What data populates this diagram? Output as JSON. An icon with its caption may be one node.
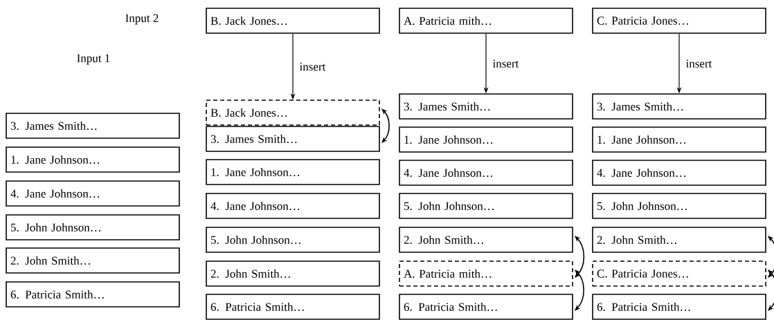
{
  "diagram": {
    "nodes": [
      {
        "text": [
          "3. James Smith…"
        ]
      },
      {
        "text": [
          "1. Jane Johnson…"
        ]
      },
      {
        "text": [
          "4. Jane Johnson…"
        ]
      },
      {
        "text": [
          "5. John Johnson…"
        ]
      },
      {
        "text": [
          "2. John Smith…"
        ]
      },
      {
        "text": [
          "6. Patricia Smith…"
        ]
      },
      {
        "text": [
          "B. Jack Jones…"
        ]
      },
      {
        "text": [
          "B. Jack Jones…"
        ]
      },
      {
        "text": [
          "3. James Smith…"
        ]
      },
      {
        "text": [
          "1. Jane Johnson…"
        ]
      },
      {
        "text": [
          "4. Jane Johnson…"
        ]
      },
      {
        "text": [
          "5. John Johnson…"
        ]
      },
      {
        "text": [
          "2. John Smith…"
        ]
      },
      {
        "text": [
          "6. Patricia Smith…"
        ]
      },
      {
        "text": [
          "A. Patricia mith…"
        ]
      },
      {
        "text": [
          "3. James Smith…"
        ]
      },
      {
        "text": [
          "1. Jane Johnson…"
        ]
      },
      {
        "text": [
          "4. Jane Johnson…"
        ]
      },
      {
        "text": [
          "5. John Johnson…"
        ]
      },
      {
        "text": [
          "2. John Smith…"
        ]
      },
      {
        "text": [
          "A. Patricia mith…"
        ]
      },
      {
        "text": [
          "6. Patricia Smith…"
        ]
      },
      {
        "text": [
          "C. Patricia Jones…"
        ]
      },
      {
        "text": [
          "3. James Smith…"
        ]
      },
      {
        "text": [
          "1. Jane Johnson…"
        ]
      },
      {
        "text": [
          "4. Jane Johnson…"
        ]
      },
      {
        "text": [
          "5. John Johnson…"
        ]
      },
      {
        "text": [
          "2. John Smith…"
        ]
      },
      {
        "text": [
          "C. Patricia Jones…"
        ]
      },
      {
        "text": [
          "6. Patricia Smith…"
        ]
      }
    ],
    "edges": [
      {
        "from": 6,
        "to": 7,
        "arrow": "to",
        "label": "insert"
      },
      {
        "from": 7,
        "to": 8,
        "arrow": "both"
      },
      {
        "from": 14,
        "to": 15,
        "arrow": "to",
        "label": "insert"
      },
      {
        "from": 19,
        "to": 20,
        "arrow": "both"
      },
      {
        "from": 20,
        "to": 21,
        "arrow": "both"
      },
      {
        "from": 22,
        "to": 23,
        "arrow": "to",
        "label": "insert"
      },
      {
        "from": 27,
        "to": 28,
        "arrow": "both"
      },
      {
        "from": 28,
        "to": 29,
        "arrow": "both"
      }
    ],
    "labels": [
      "Input 2",
      "Input 1"
    ]
  }
}
